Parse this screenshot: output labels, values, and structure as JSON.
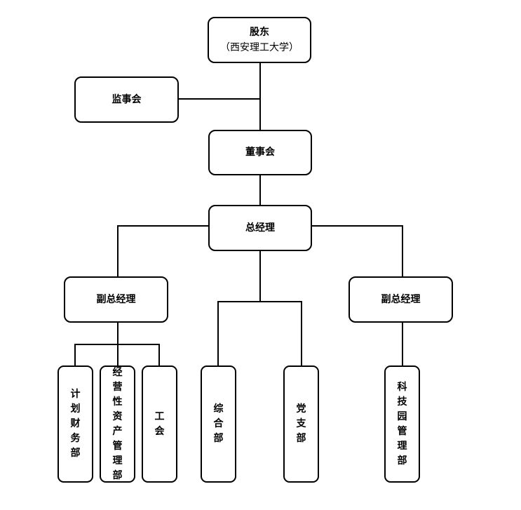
{
  "diagram": {
    "type": "org-chart",
    "nodes": {
      "shareholder": {
        "line1": "股东",
        "line2": "（西安理工大学）"
      },
      "supervisory_board": {
        "label": "监事会"
      },
      "board_of_directors": {
        "label": "董事会"
      },
      "general_manager": {
        "label": "总经理"
      },
      "deputy_gm_left": {
        "label": "副总经理"
      },
      "deputy_gm_right": {
        "label": "副总经理"
      },
      "planning_finance": {
        "label": "计划财务部"
      },
      "operating_assets": {
        "label": "经营性资产管理部"
      },
      "labor_union": {
        "label": "工会"
      },
      "general_affairs": {
        "label": "综合部"
      },
      "party_branch": {
        "label": "党支部"
      },
      "science_park": {
        "label": "科技园管理部"
      }
    },
    "edges": [
      [
        "shareholder",
        "board_of_directors"
      ],
      [
        "supervisory_board",
        "shareholder-board-line"
      ],
      [
        "board_of_directors",
        "general_manager"
      ],
      [
        "general_manager",
        "deputy_gm_left"
      ],
      [
        "general_manager",
        "deputy_gm_right"
      ],
      [
        "general_manager",
        "general_affairs"
      ],
      [
        "general_manager",
        "party_branch"
      ],
      [
        "deputy_gm_left",
        "planning_finance"
      ],
      [
        "deputy_gm_left",
        "operating_assets"
      ],
      [
        "deputy_gm_left",
        "labor_union"
      ],
      [
        "deputy_gm_right",
        "science_park"
      ]
    ]
  }
}
